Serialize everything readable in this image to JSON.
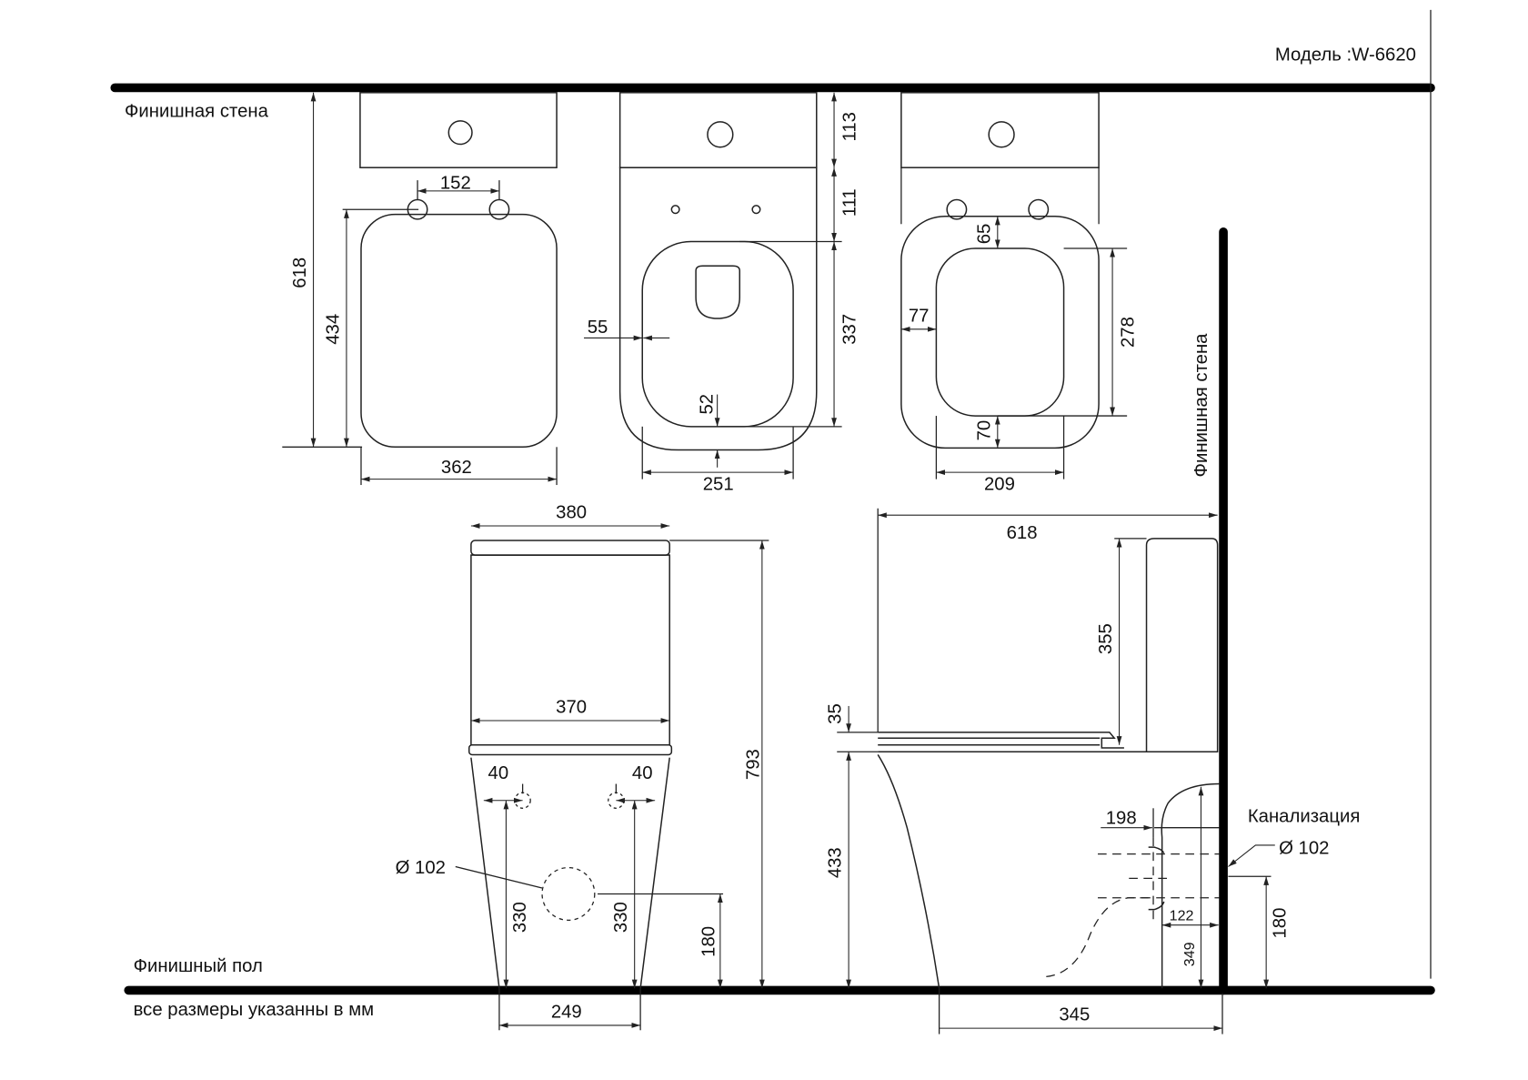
{
  "model": "Модель :W-6620",
  "labels": {
    "wall_top": "Финишная стена",
    "wall_side": "Финишная стена",
    "floor": "Финишный пол",
    "units": "все размеры указанны в мм",
    "sewer": "Канализация",
    "diam_front": "Ø 102",
    "diam_side": "Ø 102"
  },
  "top_view_1": {
    "hinge_spacing": "152",
    "total_depth": "618",
    "seat_depth": "434",
    "width": "362"
  },
  "top_view_2": {
    "tank_depth": "113",
    "gap": "111",
    "seat_depth": "337",
    "side_offset": "55",
    "front_offset": "52",
    "width": "251"
  },
  "top_view_3": {
    "back_offset": "65",
    "side_offset": "77",
    "opening_depth": "278",
    "front_offset": "70",
    "opening_width": "209"
  },
  "front_view": {
    "lid_width": "380",
    "tank_width": "370",
    "bolt_left": "40",
    "bolt_right": "40",
    "bolt_height_left": "330",
    "bolt_height_right": "330",
    "outlet_height": "180",
    "total_height": "793",
    "base_width": "249"
  },
  "side_view": {
    "total_length": "618",
    "tank_height": "355",
    "seat_thickness": "35",
    "seat_height": "433",
    "outlet_distance": "198",
    "outlet_wall": "122",
    "outlet_top": "349",
    "sewer_height": "180",
    "base_to_wall": "345"
  }
}
